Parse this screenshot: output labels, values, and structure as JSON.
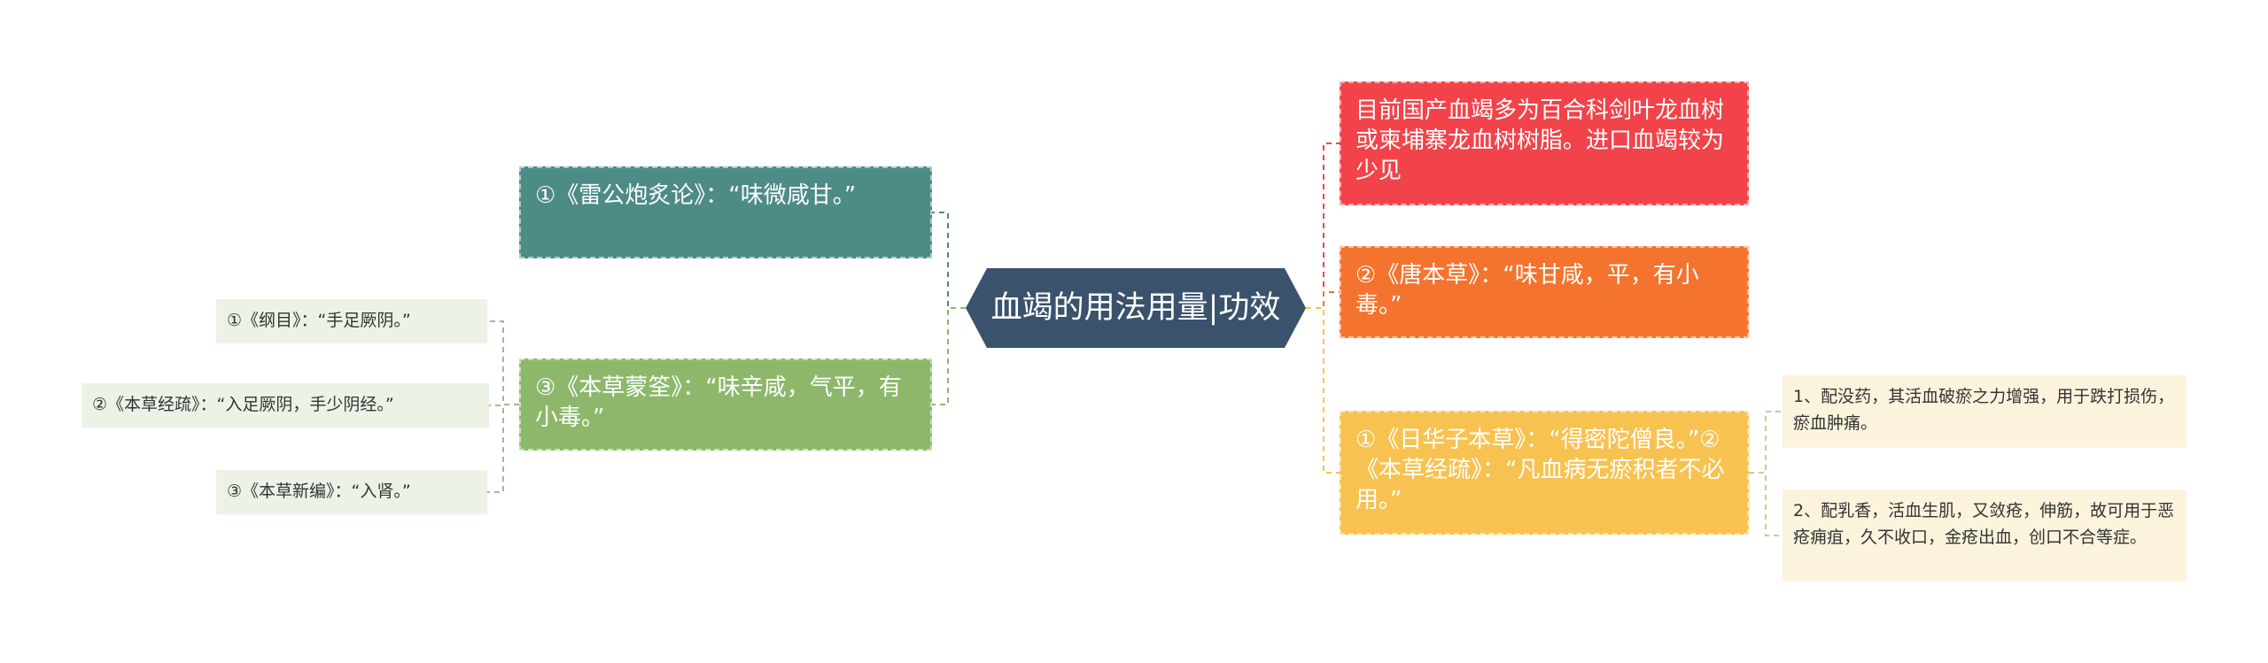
{
  "center": {
    "title": "血竭的用法用量|功效"
  },
  "left_branches": [
    {
      "text": "①《雷公炮炙论》：“味微咸甘。”",
      "color": "#4d8b87"
    },
    {
      "text": "③《本草蒙筌》：“味辛咸，气平，有小毒。”",
      "color": "#8db86c",
      "children": [
        "①《纲目》：“手足厥阴。”",
        "②《本草经疏》：“入足厥阴，手少阴经。”",
        "③《本草新编》：“入肾。”"
      ]
    }
  ],
  "right_branches": [
    {
      "text": "目前国产血竭多为百合科剑叶龙血树或柬埔寨龙血树树脂。进口血竭较为少见",
      "color": "#f2434a"
    },
    {
      "text": "②《唐本草》：“味甘咸，平，有小毒。”",
      "color": "#f4732e"
    },
    {
      "text": "①《日华子本草》：“得密陀僧良。”②《本草经疏》：“凡血病无瘀积者不必用。”",
      "color": "#f8c250",
      "children": [
        "1、配没药，其活血破瘀之力增强，用于跌打损伤，瘀血肿痛。",
        "2、配乳香，活血生肌，又敛疮，伸筋，故可用于恶疮痈疽，久不收口，金疮出血，创口不合等症。"
      ]
    }
  ],
  "colors": {
    "center": "#3a526c",
    "leaf_green": "#ecf3e6",
    "leaf_yellow": "#fcf3dc"
  }
}
